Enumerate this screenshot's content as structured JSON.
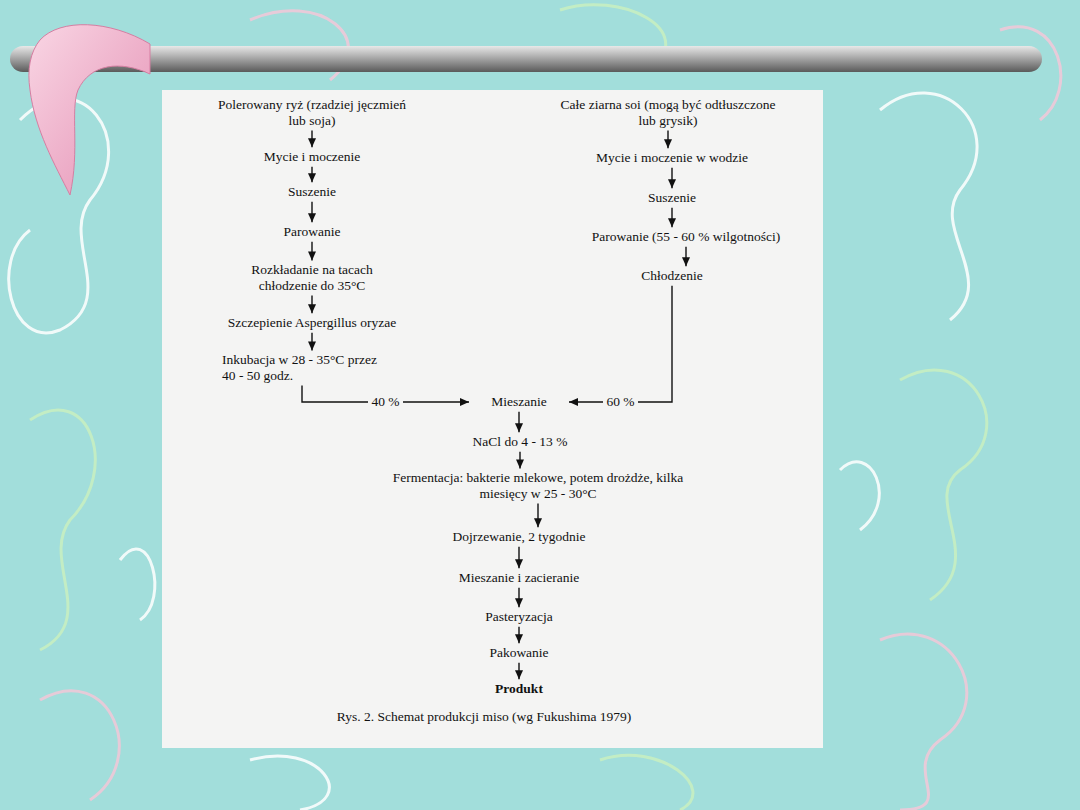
{
  "diagram": {
    "caption": "Rys. 2. Schemat produkcji miso (wg Fukushima 1979)",
    "nodes": [
      {
        "text": [
          "Polerowany ryż (rzadziej jęczmień lub soja)"
        ]
      },
      {
        "text": [
          "Mycie i moczenie"
        ]
      },
      {
        "text": [
          "Suszenie"
        ]
      },
      {
        "text": [
          "Parowanie"
        ]
      },
      {
        "text": [
          "Rozkładanie na tacach chłodzenie do 35°C"
        ]
      },
      {
        "text": [
          "Szczepienie Aspergillus oryzae"
        ]
      },
      {
        "text": [
          "Inkubacja w 28 - 35°C przez 40 - 50 godz."
        ]
      },
      {
        "text": [
          "Całe ziarna soi (mogą być odtłuszczone lub grysik)"
        ]
      },
      {
        "text": [
          "Mycie i moczenie w wodzie"
        ]
      },
      {
        "text": [
          "Suszenie"
        ]
      },
      {
        "text": [
          "Parowanie (55 - 60 % wilgotności)"
        ]
      },
      {
        "text": [
          "Chłodzenie"
        ]
      },
      {
        "text": [
          "Mieszanie"
        ]
      },
      {
        "text": [
          "NaCl do 4 - 13 %"
        ]
      },
      {
        "text": [
          "Fermentacja: bakterie mlekowe, potem drożdże, kilka miesięcy w 25 - 30°C"
        ]
      },
      {
        "text": [
          "Dojrzewanie, 2 tygodnie"
        ]
      },
      {
        "text": [
          "Mieszanie i zacieranie"
        ]
      },
      {
        "text": [
          "Pasteryzacja"
        ]
      },
      {
        "text": [
          "Pakowanie"
        ]
      },
      {
        "text": [
          "Produkt"
        ]
      }
    ],
    "edges": [
      {
        "from": 0,
        "to": 1,
        "arrow": "to"
      },
      {
        "from": 1,
        "to": 2,
        "arrow": "to"
      },
      {
        "from": 2,
        "to": 3,
        "arrow": "to"
      },
      {
        "from": 3,
        "to": 4,
        "arrow": "to"
      },
      {
        "from": 4,
        "to": 5,
        "arrow": "to"
      },
      {
        "from": 5,
        "to": 6,
        "arrow": "to"
      },
      {
        "from": 6,
        "to": 12,
        "label": "40 %",
        "arrow": "to"
      },
      {
        "from": 7,
        "to": 8,
        "arrow": "to"
      },
      {
        "from": 8,
        "to": 9,
        "arrow": "to"
      },
      {
        "from": 9,
        "to": 10,
        "arrow": "to"
      },
      {
        "from": 10,
        "to": 11,
        "arrow": "to"
      },
      {
        "from": 11,
        "to": 12,
        "label": "60 %",
        "arrow": "to"
      },
      {
        "from": 12,
        "to": 13,
        "arrow": "to"
      },
      {
        "from": 13,
        "to": 14,
        "arrow": "to"
      },
      {
        "from": 14,
        "to": 15,
        "arrow": "to"
      },
      {
        "from": 15,
        "to": 16,
        "arrow": "to"
      },
      {
        "from": 16,
        "to": 17,
        "arrow": "to"
      },
      {
        "from": 17,
        "to": 18,
        "arrow": "to"
      },
      {
        "from": 18,
        "to": 19,
        "arrow": "to"
      }
    ]
  }
}
